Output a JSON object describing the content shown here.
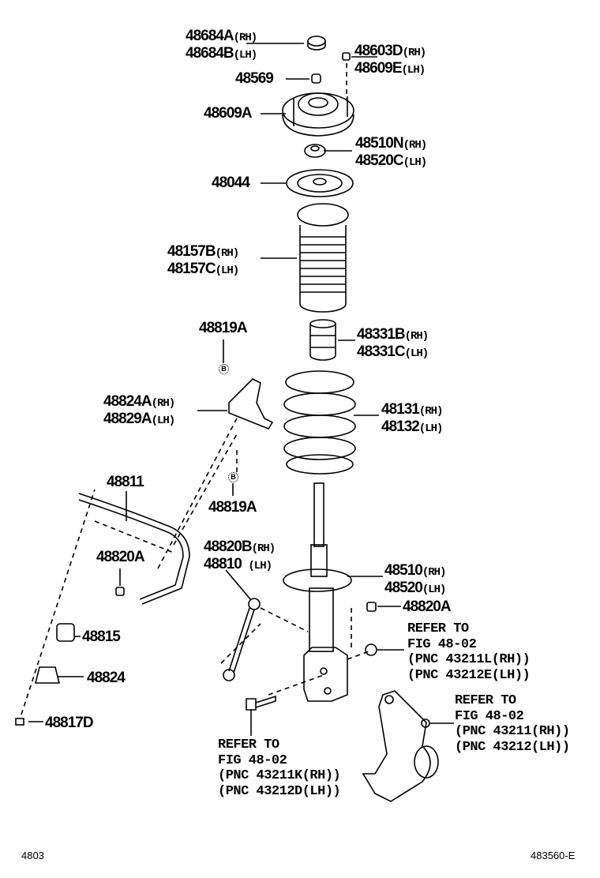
{
  "callouts": {
    "cap": {
      "rh": "48684A",
      "rh_sfx": "(RH)",
      "lh": "48684B",
      "lh_sfx": "(LH)"
    },
    "nut_top": {
      "rh": "48603D",
      "rh_sfx": "(RH)",
      "lh": "48609E",
      "lh_sfx": "(LH)"
    },
    "nut_small": {
      "pn": "48569"
    },
    "support": {
      "pn": "48609A"
    },
    "insulator": {
      "rh": "48510N",
      "rh_sfx": "(RH)",
      "lh": "48520C",
      "lh_sfx": "(LH)"
    },
    "upper_seat": {
      "pn": "48044"
    },
    "boot": {
      "rh": "48157B",
      "rh_sfx": "(RH)",
      "lh": "48157C",
      "lh_sfx": "(LH)"
    },
    "bumper": {
      "rh": "48331B",
      "rh_sfx": "(RH)",
      "lh": "48331C",
      "lh_sfx": "(LH)"
    },
    "bolt_b_top": {
      "pn": "48819A"
    },
    "bracket": {
      "rh": "48824A",
      "rh_sfx": "(RH)",
      "lh": "48829A",
      "lh_sfx": "(LH)"
    },
    "spring": {
      "rh": "48131",
      "rh_sfx": "(RH)",
      "lh": "48132",
      "lh_sfx": "(LH)"
    },
    "bolt_b_bottom": {
      "pn": "48819A"
    },
    "marker": "B",
    "stabilizer_bar": {
      "pn": "48811"
    },
    "link": {
      "rh": "48820B",
      "rh_sfx": "(RH)",
      "lh": "48810",
      "lh_sfx": "(LH)"
    },
    "nut_left": {
      "pn": "48820A"
    },
    "absorber": {
      "rh": "48510",
      "rh_sfx": "(RH)",
      "lh": "48520",
      "lh_sfx": "(LH)"
    },
    "nut_right": {
      "pn": "48820A"
    },
    "bushing": {
      "pn": "48815"
    },
    "bush_bracket": {
      "pn": "48824"
    },
    "bolt_bracket": {
      "pn": "48817D"
    }
  },
  "references": {
    "strut_nut": {
      "line1": "REFER TO",
      "line2": "FIG 48-02",
      "line3": "(PNC 43211L(RH))",
      "line4": "(PNC 43212E(LH))"
    },
    "knuckle": {
      "line1": "REFER TO",
      "line2": "FIG 48-02",
      "line3": "(PNC 43211(RH))",
      "line4": "(PNC 43212(LH))"
    },
    "strut_bolt": {
      "line1": "REFER TO",
      "line2": "FIG 48-02",
      "line3": "(PNC 43211K(RH))",
      "line4": "(PNC 43212D(LH))"
    }
  },
  "footer": {
    "left": "4803",
    "right": "483560-E"
  }
}
